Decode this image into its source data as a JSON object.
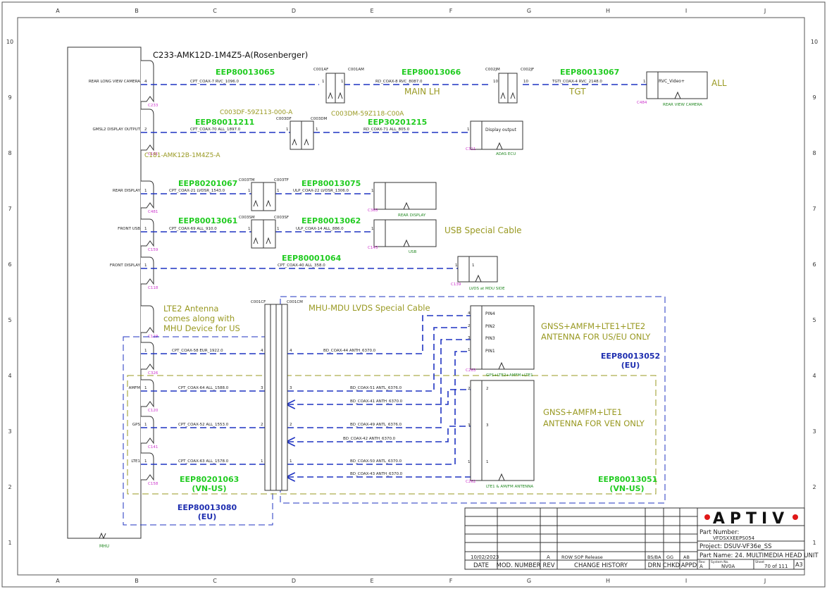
{
  "border": {
    "columns": [
      "A",
      "B",
      "C",
      "D",
      "E",
      "F",
      "G",
      "H",
      "I",
      "J"
    ],
    "rows": [
      "10",
      "9",
      "8",
      "7",
      "6",
      "5",
      "4",
      "3",
      "2",
      "1"
    ]
  },
  "mhu": {
    "label": "MHU",
    "top_connector": "C233-AMK12D-1M4Z5-A(Rosenberger)",
    "c181_part": "C181-AMK12B-1M4Z5-A"
  },
  "ports": [
    {
      "label": "REAR LONG VIEW CAMERA",
      "pin": "4",
      "conn": "C233"
    },
    {
      "label": "GMSL2 DISPLAY OUTPUT",
      "pin": "2",
      "conn": "C181"
    },
    {
      "label": "REAR DISPLAY",
      "pin": "1",
      "conn": "C481"
    },
    {
      "label": "FRONT USB",
      "pin": "1",
      "conn": "C159"
    },
    {
      "label": "FRONT DISPLAY",
      "pin": "1",
      "conn": "C118"
    },
    {
      "label": "",
      "pin": "",
      "conn": "C119"
    },
    {
      "label": "",
      "pin": "1",
      "conn": "C326"
    },
    {
      "label": "AMFM",
      "pin": "1",
      "conn": "C120"
    },
    {
      "label": "GPS",
      "pin": "1",
      "conn": "C141"
    },
    {
      "label": "LTE1",
      "pin": "1",
      "conn": "C158"
    }
  ],
  "harness": {
    "h1": "EEP80013065",
    "h2": "EEP80013066",
    "h3": "EEP80013067",
    "h4": "EEP80011211",
    "h5": "EEP30201215",
    "h6": "EEP80201067",
    "h7": "EEP80013075",
    "h8": "EEP80013061",
    "h9": "EEP80013062",
    "h10": "EEP80001064",
    "h11": "EEP80013052",
    "h11_sub": "(EU)",
    "h12": "EEP80201063",
    "h12_sub": "(VN-US)",
    "h13": "EEP80013080",
    "h13_sub": "(EU)",
    "h14": "EEP80013051",
    "h14_sub": "(VN-US)"
  },
  "notes": {
    "main_lh": "MAIN LH",
    "tgt": "TGT",
    "all": "ALL",
    "c003df_part": "C003DF-59Z113-000-A",
    "c003dm_part": "C003DM-59Z118-C00A",
    "usb_special": "USB Special Cable",
    "lte2_1": "LTE2 Antenna",
    "lte2_2": "comes along with",
    "lte2_3": "MHU Device for US",
    "lvds_special": "MHU-MDU LVDS Special Cable",
    "gnss1_1": "GNSS+AMFM+LTE1+LTE2",
    "gnss1_2": "ANTENNA FOR US/EU ONLY",
    "gnss2_1": "GNSS+AMFM+LTE1",
    "gnss2_2": "ANTENNA FOR VEN ONLY"
  },
  "inline": {
    "c001af": "C001AF",
    "c001am": "C001AM",
    "c002jm": "C002JM",
    "c002jf": "C002JF",
    "c003df": "C003DF",
    "c003dm": "C003DM",
    "c003tm": "C003TM",
    "c003tf": "C003TF",
    "c003sm": "C003SM",
    "c003sf": "C003SF",
    "c001cf": "C001CF",
    "c001cm": "C001CM"
  },
  "wires": {
    "w1": "CPT_COAX-7     RVC_1096.0",
    "w2": "RD_COAX-8     RVC_8087.0",
    "w3": "TGTI_COAX-4     RVC_2148.0",
    "w4": "CPT_COAX-70     ALL_1897.0",
    "w5": "RD_COAX-71     ALL_805.0",
    "w6": "CPT_COAX-21     LVDSR_1543.0",
    "w7": "ULP_COAX-22     LVDSR_1306.0",
    "w8": "CPT_COAX-69     ALL_910.0",
    "w9": "ULP_COAX-14     ALL_886.0",
    "w10": "CPT_COAX-40     ALL_358.0",
    "w11": "CPT_COAX-58     EUR_1922.0",
    "w12": "BD_COAX-44     ANTH_6370.0",
    "w13": "CPT_COAX-64     ALL_1588.0",
    "w14": "BD_COAX-51     ANTL_6376.0",
    "w15": "BD_COAX-41     ANTH_6370.0",
    "w16": "CPT_COAX-52     ALL_1553.0",
    "w17": "BD_COAX-49     ANTL_6376.0",
    "w18": "BD_COAX-42     ANTH_6370.0",
    "w19": "CPT_COAX-63     ALL_1578.0",
    "w20": "BD_COAX-50     ANTL_6370.0",
    "w21": "BD_COAX-43     ANTH_6370.0"
  },
  "devices": {
    "rvc_name": "REAR VIEW CAMERA",
    "rvc_pin": "RVC_Video+",
    "rvc_conn": "C484",
    "adas_name": "ADAS ECU",
    "adas_pin": "Display output",
    "adas_conn": "C311",
    "rd_name": "REAR DISPLAY",
    "rd_conn": "C365",
    "usb_name": "USB",
    "usb_conn": "C143",
    "lvds_name": "LVDS at MDU SIDE",
    "lvds_conn": "C139",
    "ant1_name": "GPS+LTE2+AMFM+LTE1",
    "ant1_conn": "C263",
    "ant1_pins": [
      "PIN4",
      "PIN2",
      "PIN3",
      "PIN1"
    ],
    "ant2_name": "LTE1 & AM/FM ANTENNA",
    "ant2_conn": "C262"
  },
  "title_block": {
    "logo": "APTIV",
    "part_number_label": "Part Number:",
    "part_number": "VFDSXXEEPS054",
    "project": "Project: DSUV-VF36e_SS",
    "part_name": "Part Name:  24. MULTIMEDIA HEAD UNIT",
    "rev_label": "Rev:",
    "rev": "A",
    "sysno_label": "System No.",
    "sysno": "NV0A",
    "sheet_label": "Sheet",
    "sheet": "70  of 111",
    "size": "A3",
    "row_date": "10/02/2023",
    "row_rev": "A",
    "row_history": "ROW SOP Release",
    "row_drn": "BS/BA",
    "row_chkd": "GG",
    "row_appd": "AB",
    "h_date": "DATE",
    "h_mod": "MOD. NUMBER",
    "h_rev": "REV",
    "h_hist": "CHANGE HISTORY",
    "h_drn": "DRN",
    "h_chkd": "CHKD",
    "h_appd": "APPD"
  },
  "colors": {
    "wire": "#1f33c2",
    "harness": "#22cc22",
    "note": "#999922",
    "conn": "#cc33cc",
    "dev": "#228822",
    "dark_blue": "#1f2fb0"
  }
}
